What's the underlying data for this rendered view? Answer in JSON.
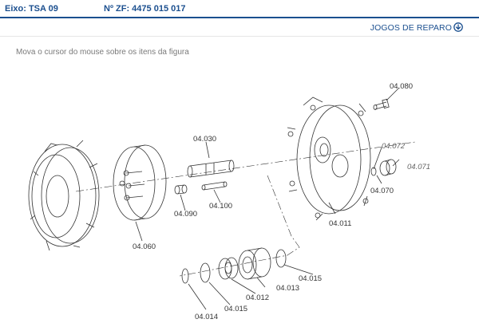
{
  "header": {
    "eixo": "Eixo: TSA 09",
    "zf": "Nº ZF: 4475 015 017"
  },
  "link": {
    "label": "JOGOS DE REPARO",
    "icon": "circle-arrow-down-icon"
  },
  "instruction": "Mova o cursor do mouse sobre os itens da figura",
  "parts": [
    {
      "id": "04.080"
    },
    {
      "id": "04.072"
    },
    {
      "id": "04.071"
    },
    {
      "id": "04.070"
    },
    {
      "id": "04.030"
    },
    {
      "id": "04.090"
    },
    {
      "id": "04.100"
    },
    {
      "id": "04.060"
    },
    {
      "id": "04.011"
    },
    {
      "id": "04.015"
    },
    {
      "id": "04.012"
    },
    {
      "id": "04.013"
    },
    {
      "id": "04.015"
    },
    {
      "id": "04.014"
    }
  ],
  "colors": {
    "brand": "#1b4f8f",
    "instruction": "#7a7a7a",
    "line": "#333333"
  }
}
